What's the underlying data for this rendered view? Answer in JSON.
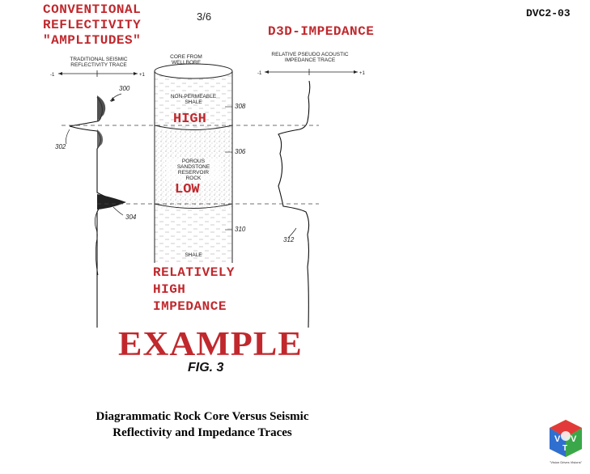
{
  "header": {
    "page_number": "3/6",
    "doc_id": "DVC2-03"
  },
  "left_title": {
    "line1": "CONVENTIONAL",
    "line2": "REFLECTIVITY",
    "line3": "\"AMPLITUDES\""
  },
  "right_title": "D3D-IMPEDANCE",
  "traces": {
    "seismic_label_line1": "TRADITIONAL SEISMIC",
    "seismic_label_line2": "REFLECTIVITY TRACE",
    "core_label_line1": "CORE FROM",
    "core_label_line2": "WELLBORE",
    "impedance_label_line1": "RELATIVE PSEUDO ACOUSTIC",
    "impedance_label_line2": "IMPEDANCE TRACE",
    "scale_min": "-1",
    "scale_max": "+1"
  },
  "core_layers": {
    "top_line1": "NON-PERMEABLE",
    "top_line2": "SHALE",
    "middle_line1": "POROUS",
    "middle_line2": "SANDSTONE",
    "middle_line3": "RESERVOIR",
    "middle_line4": "ROCK",
    "bottom": "SHALE"
  },
  "impedance_annotations": {
    "high": "HIGH",
    "low": "LOW",
    "relative_line1": "RELATIVELY",
    "relative_line2": "HIGH",
    "relative_line3": "IMPEDANCE"
  },
  "reference_numbers": {
    "n300": "300",
    "n302": "302",
    "n304": "304",
    "n306": "306",
    "n308": "308",
    "n310": "310",
    "n312": "312"
  },
  "example_label": "EXAMPLE",
  "figure_label": "FIG. 3",
  "caption": {
    "line1": "Diagrammatic Rock Core Versus Seismic",
    "line2": "Reflectivity and Impedance Traces"
  },
  "logo": {
    "letters": [
      "V",
      "V",
      "T"
    ],
    "tagline": "\"Vision Drives Visions\""
  },
  "colors": {
    "accent_red": "#c0282d",
    "ink": "#1a1a1a"
  }
}
